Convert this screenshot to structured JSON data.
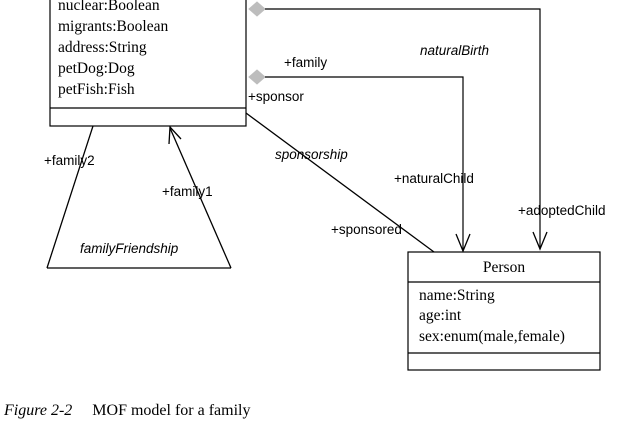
{
  "family_class": {
    "attributes": [
      "nuclear:Boolean",
      "migrants:Boolean",
      "address:String",
      "petDog:Dog",
      "petFish:Fish"
    ]
  },
  "person_class": {
    "name": "Person",
    "attributes": [
      "name:String",
      "age:int",
      "sex:enum(male,female)"
    ]
  },
  "associations": {
    "natural_birth": "naturalBirth",
    "family_role": "+family",
    "sponsor_role": "+sponsor",
    "sponsorship": "sponsorship",
    "natural_child_role": "+naturalChild",
    "adopted_child_role": "+adoptedChild",
    "sponsored_role": "+sponsored",
    "family2_role": "+family2",
    "family1_role": "+family1",
    "family_friendship": "familyFriendship"
  },
  "caption": {
    "figure_label": "Figure 2-2",
    "text": "MOF model for a family"
  }
}
